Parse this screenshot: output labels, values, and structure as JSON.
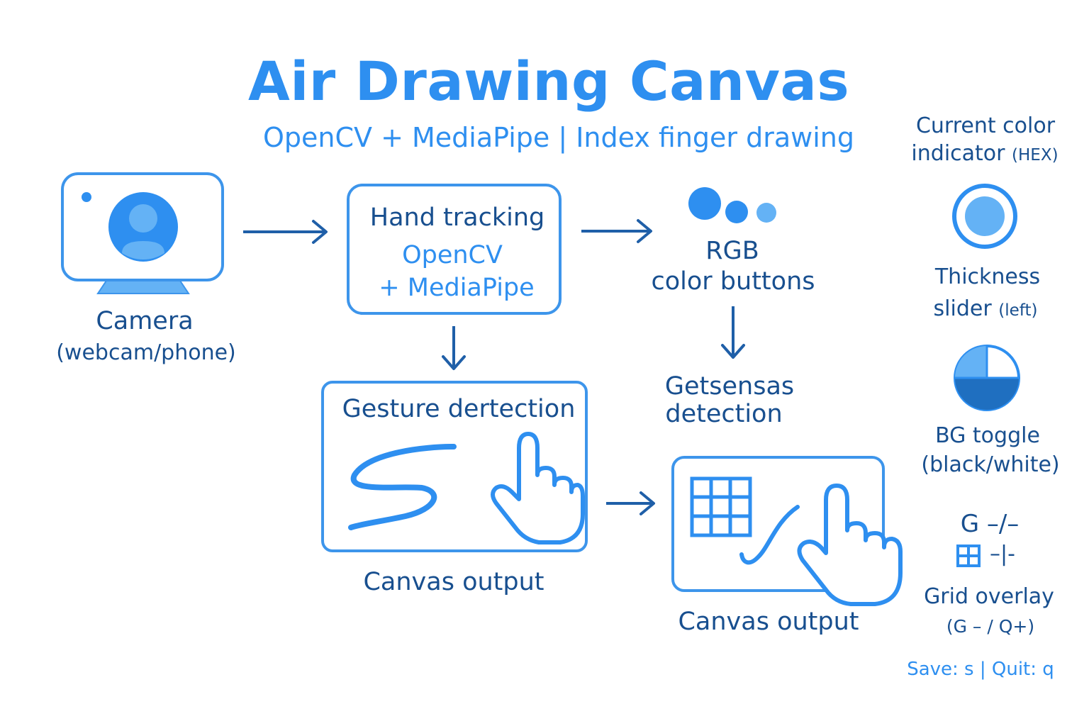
{
  "header": {
    "title": "Air Drawing Canvas",
    "subtitle": "OpenCV + MediaPipe | Index finger drawing"
  },
  "camera": {
    "label": "Camera",
    "sublabel": "(webcam/phone)"
  },
  "hand_tracking": {
    "title": "Hand tracking",
    "line1": "OpenCV",
    "line2": "+ MediaPipe"
  },
  "rgb_buttons": {
    "line1": "RGB",
    "line2": "color buttons"
  },
  "gesture_box": {
    "title": "Gesture dertection",
    "caption": "Canvas output"
  },
  "getsensas": {
    "line1": "Getsensas",
    "line2": "detection"
  },
  "canvas_output": {
    "caption": "Canvas output"
  },
  "sidebar": {
    "color_indicator": {
      "line1": "Current color",
      "line2": "indicator",
      "note": "(HEX)"
    },
    "thickness": {
      "line1": "Thickness",
      "line2": "slider",
      "note": "(left)"
    },
    "bg_toggle": {
      "line1": "BG toggle",
      "line2": "(black/white)"
    },
    "grid_keys": {
      "row1": "G –/–",
      "row2": "–|-"
    },
    "grid_overlay": {
      "line1": "Grid overlay",
      "line2": "(G – / Q+)"
    }
  },
  "footer": {
    "shortcuts": "Save: s | Quit: q"
  },
  "colors": {
    "accent": "#2e8ff0",
    "dark_text": "#184f8f",
    "outline": "#3d95eb",
    "fill_dark": "#1f6fc0",
    "fill_light": "#64b2f5"
  }
}
